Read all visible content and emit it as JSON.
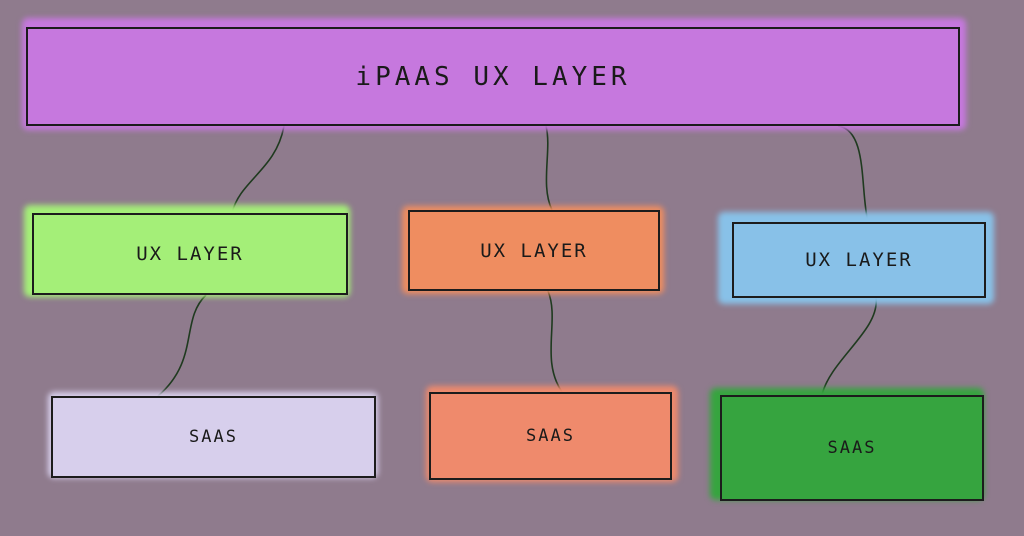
{
  "diagram": {
    "top": {
      "label": "iPAAS UX LAYER",
      "fill": "#c678de"
    },
    "middle": [
      {
        "label": "UX LAYER",
        "fill": "#a4ef78"
      },
      {
        "label": "UX LAYER",
        "fill": "#ef8d60"
      },
      {
        "label": "UX LAYER",
        "fill": "#88c1e8"
      }
    ],
    "bottom": [
      {
        "label": "SAAS",
        "fill": "#d7cfec"
      },
      {
        "label": "SAAS",
        "fill": "#ef8a6c"
      },
      {
        "label": "SAAS",
        "fill": "#36a43f"
      }
    ],
    "line_color": "#1f3a1f",
    "background": "#8f7b8d"
  }
}
